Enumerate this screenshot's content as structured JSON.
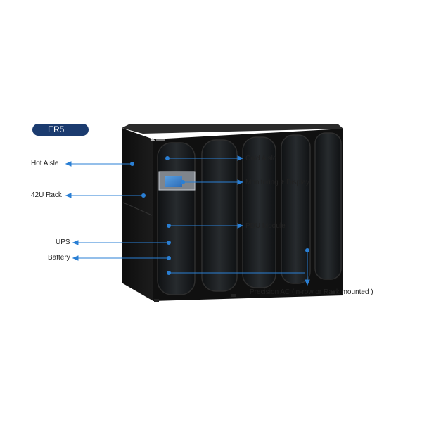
{
  "badge": "ER5",
  "labels": {
    "hot_aisle": "Hot Aisle",
    "rack_42u": "42U Rack",
    "ups": "UPS",
    "battery": "Battery",
    "cold_aisle": "Cold Aisle",
    "monitoring": "Monitoring  +  Display",
    "pdu": "PDU Module",
    "precision_ac": "Precision AC (in-row or Rack mounted )"
  },
  "colors": {
    "callout": "#2a7fd4",
    "badge": "#1b3b6f",
    "cabinet": "#121212",
    "glass": "#1d2022"
  }
}
